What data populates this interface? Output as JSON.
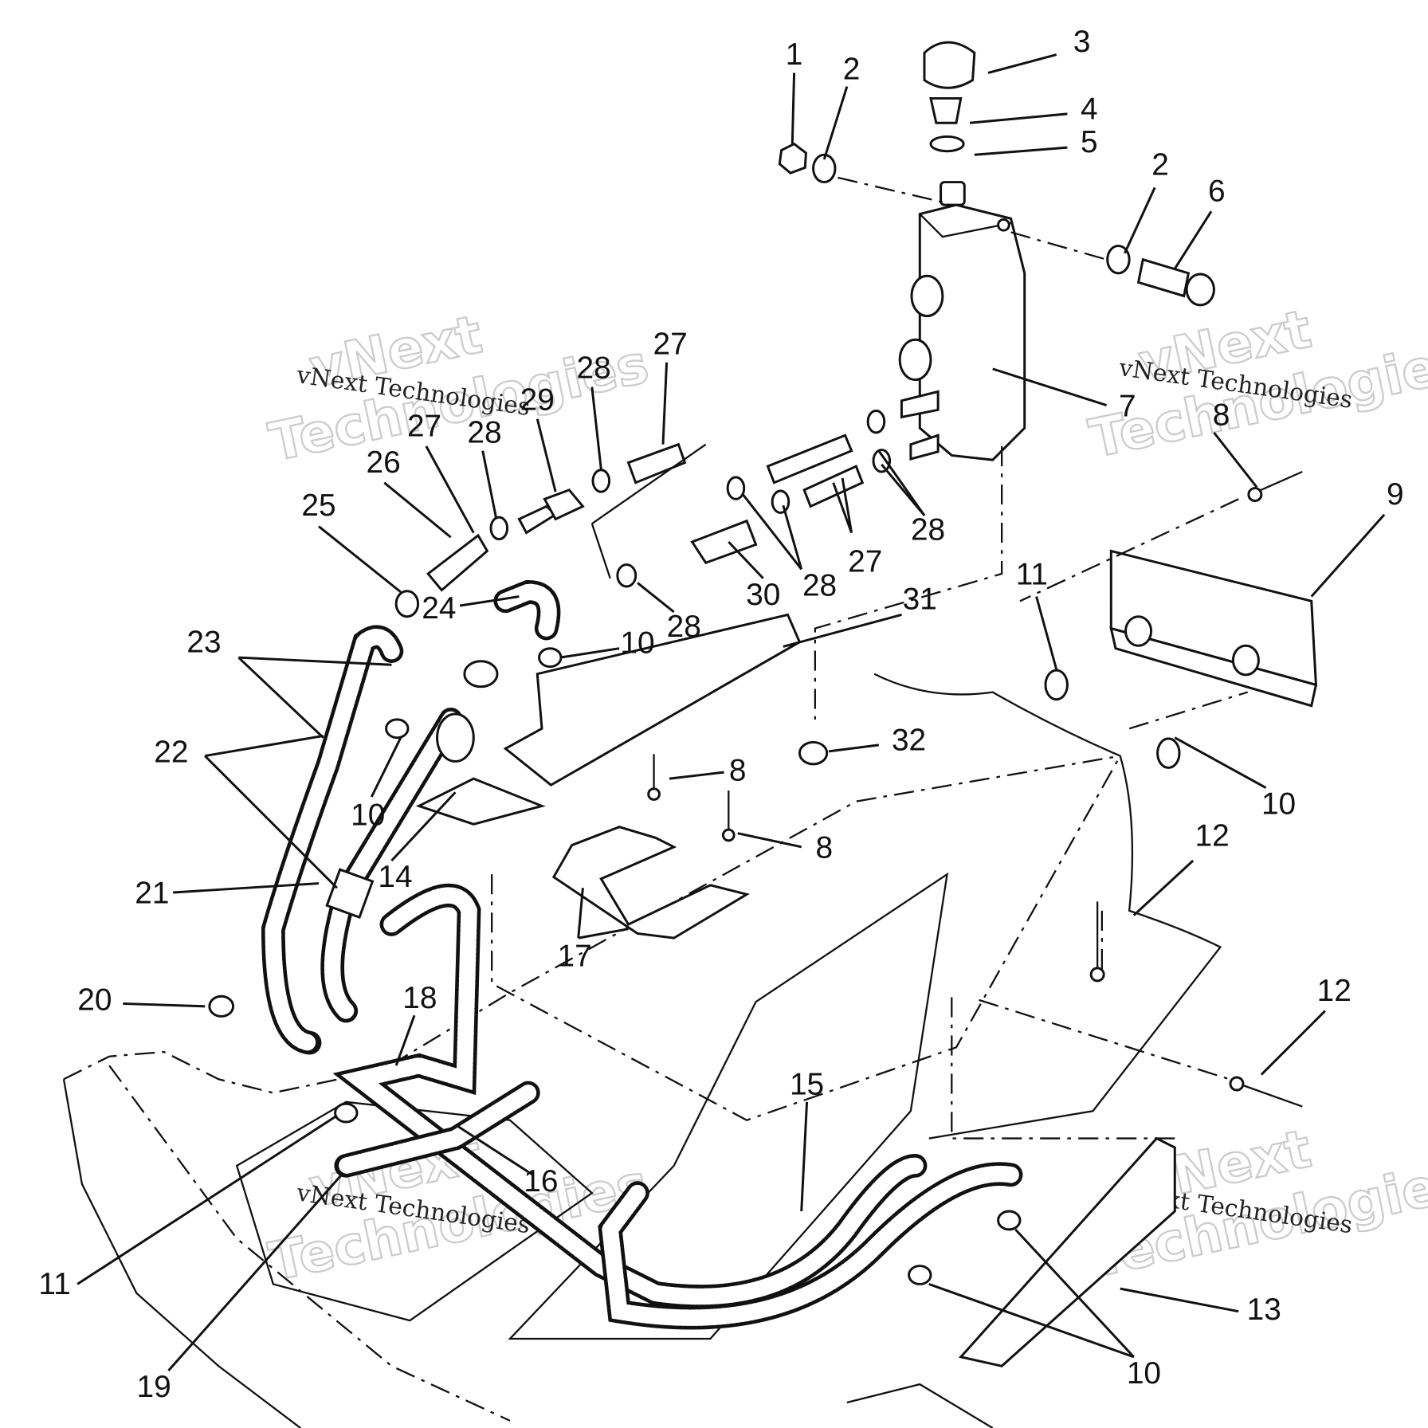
{
  "diagram": {
    "type": "exploded parts diagram",
    "callouts": [
      "1",
      "2",
      "3",
      "4",
      "5",
      "2",
      "6",
      "7",
      "8",
      "9",
      "27",
      "28",
      "29",
      "27",
      "28",
      "26",
      "25",
      "28",
      "27",
      "28",
      "30",
      "28",
      "31",
      "11",
      "24",
      "10",
      "23",
      "22",
      "10",
      "14",
      "8",
      "32",
      "10",
      "8",
      "12",
      "21",
      "17",
      "20",
      "18",
      "12",
      "15",
      "16",
      "11",
      "13",
      "19",
      "10"
    ]
  },
  "watermark": {
    "line1": "vNext",
    "line2": "Technologies",
    "caption": "vNext Technologies"
  }
}
